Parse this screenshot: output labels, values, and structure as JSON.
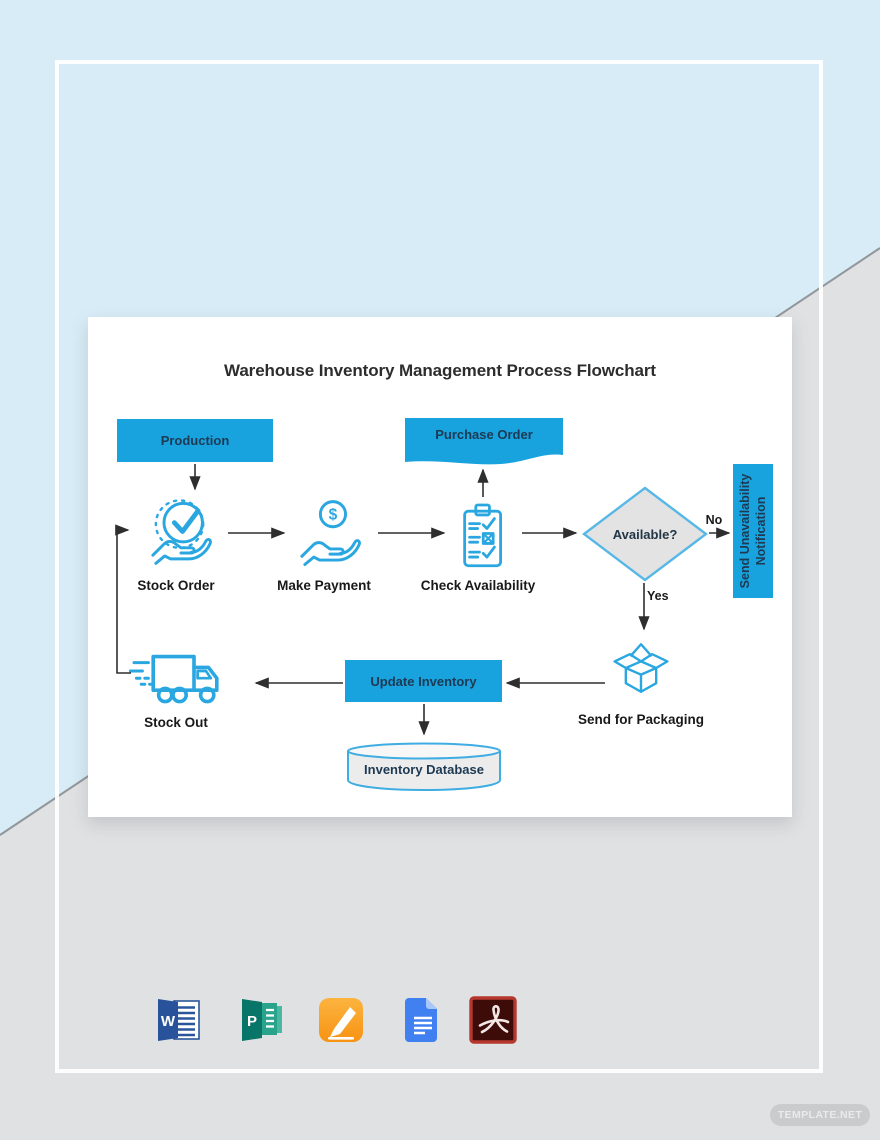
{
  "flowchart": {
    "title": "Warehouse Inventory Management Process Flowchart",
    "nodes": {
      "production": "Production",
      "purchase_order": "Purchase Order",
      "stock_order": "Stock Order",
      "make_payment": "Make Payment",
      "check_availability": "Check Availability",
      "available": "Available?",
      "send_unavailability_line1": "Send Unavailability",
      "send_unavailability_line2": "Notification",
      "send_for_packaging": "Send for Packaging",
      "update_inventory": "Update Inventory",
      "stock_out": "Stock Out",
      "inventory_database": "Inventory Database"
    },
    "branch_labels": {
      "no": "No",
      "yes": "Yes"
    },
    "colors": {
      "process_box": "#18a2de",
      "node_text": "#1d3a52",
      "icon_stroke": "#2aa7e0",
      "decision_fill": "#e3e3e3",
      "background_blue": "#d7ecf6",
      "background_gray": "#e0e1e2"
    }
  },
  "format_icons": [
    {
      "name": "microsoft-word"
    },
    {
      "name": "microsoft-publisher"
    },
    {
      "name": "apple-pages"
    },
    {
      "name": "google-docs"
    },
    {
      "name": "adobe-pdf"
    }
  ],
  "watermark": {
    "label": "TEMPLATE.NET"
  }
}
